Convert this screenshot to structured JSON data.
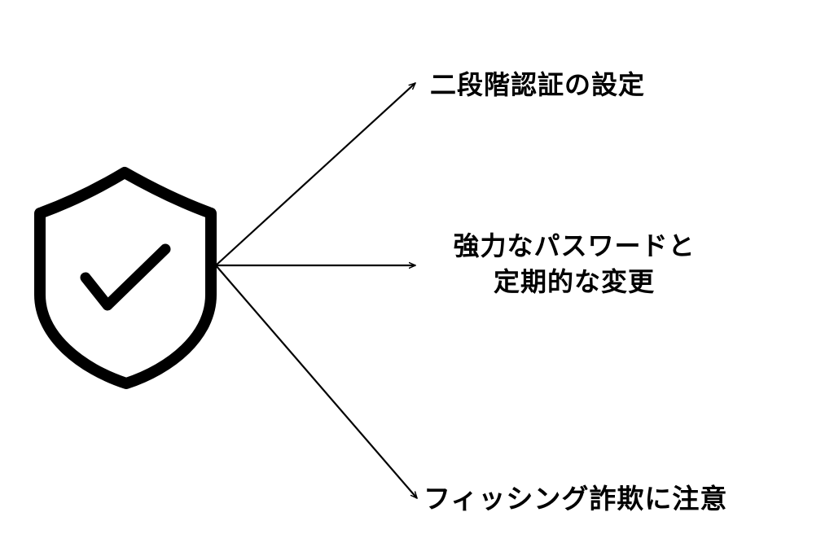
{
  "colors": {
    "background": "#ffffff",
    "foreground": "#000000"
  },
  "icon": {
    "name": "shield-check-icon"
  },
  "items": [
    {
      "lines": [
        "二段階認証の設定"
      ]
    },
    {
      "lines": [
        "強力なパスワードと",
        "定期的な変更"
      ]
    },
    {
      "lines": [
        "フィッシング詐欺に注意"
      ]
    }
  ]
}
